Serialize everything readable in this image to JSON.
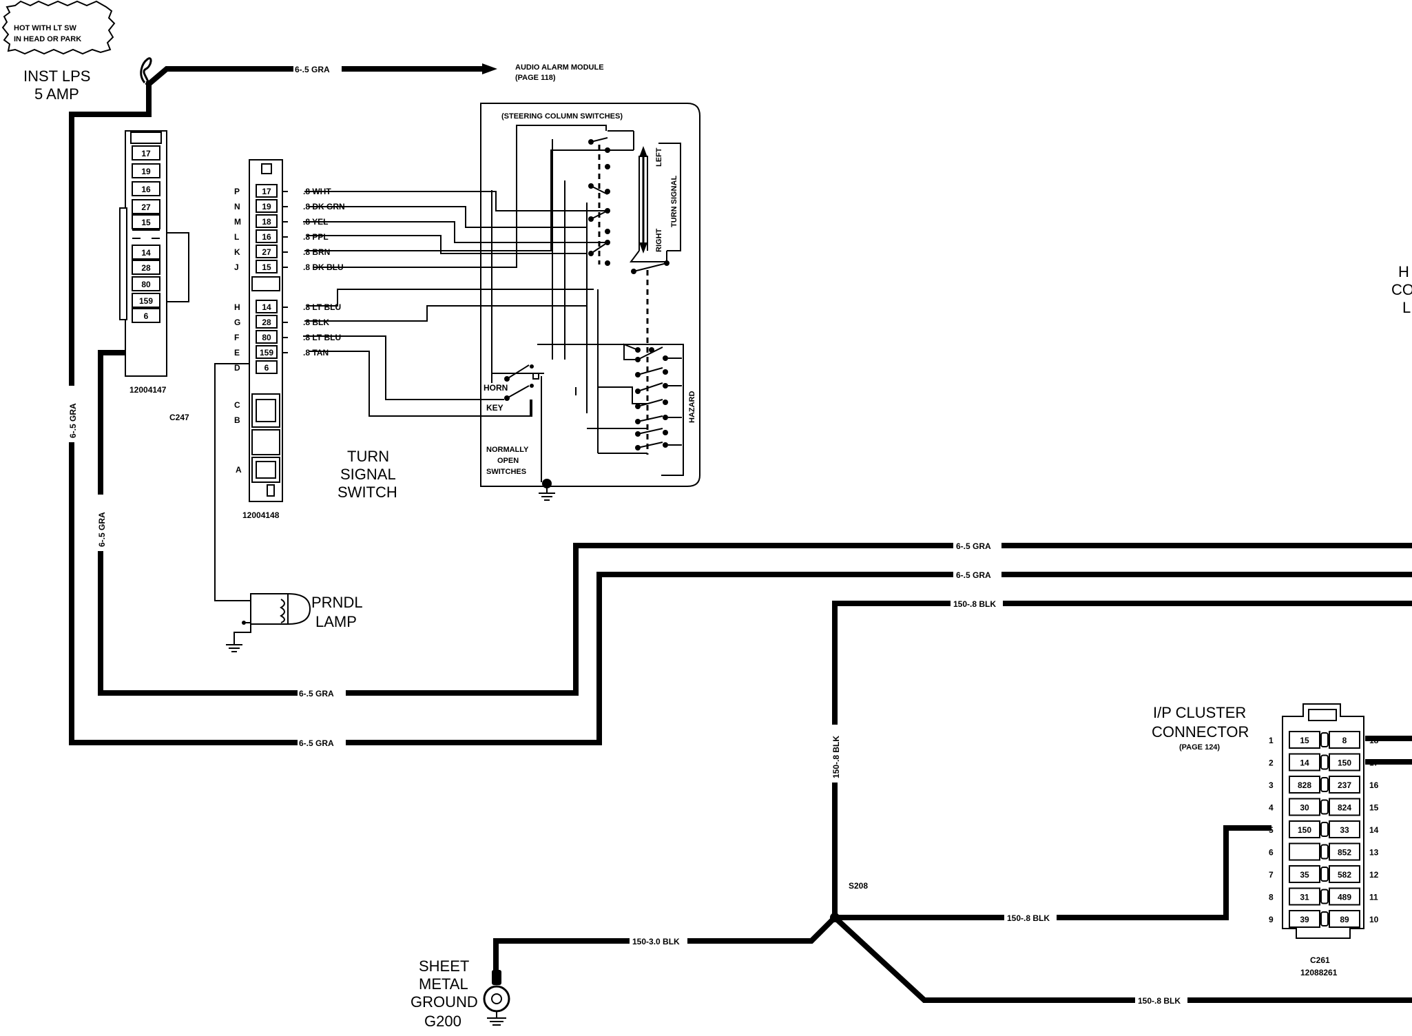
{
  "fuse": {
    "hot_note_line1": "HOT WITH LT SW",
    "hot_note_line2": "IN HEAD OR PARK",
    "name_line1": "INST LPS",
    "name_line2": "5 AMP"
  },
  "wires": {
    "gra_top": "6-.5 GRA",
    "gra_vert_left": "6-.5 GRA",
    "gra_vert_inner": "6-.5 GRA",
    "gra_mid_1": "6-.5 GRA",
    "gra_mid_2": "6-.5 GRA",
    "gra_bottom_1": "6-.5 GRA",
    "gra_bottom_2": "6-.5 GRA",
    "blk_top": "150-.8 BLK",
    "blk_vert": "150-.8 BLK",
    "blk_s208_right": "150-.8 BLK",
    "blk_ground": "150-3.0 BLK",
    "blk_bottom": "150-.8 BLK"
  },
  "audio_alarm": {
    "line1": "AUDIO ALARM MODULE",
    "line2": "(PAGE 118)"
  },
  "connector_c247": {
    "pins": [
      "17",
      "19",
      "16",
      "27",
      "15",
      "14",
      "28",
      "80",
      "159",
      "6"
    ],
    "part_number": "12004147",
    "name": "C247"
  },
  "turn_signal_connector": {
    "pins": [
      {
        "letter": "P",
        "num": "17",
        "wire": ".8 WHT"
      },
      {
        "letter": "N",
        "num": "19",
        "wire": ".8 DK GRN"
      },
      {
        "letter": "M",
        "num": "18",
        "wire": ".8 YEL"
      },
      {
        "letter": "L",
        "num": "16",
        "wire": ".8 PPL"
      },
      {
        "letter": "K",
        "num": "27",
        "wire": ".8 BRN"
      },
      {
        "letter": "J",
        "num": "15",
        "wire": ".8 DK BLU"
      },
      {
        "letter": "H",
        "num": "14",
        "wire": ".8 LT BLU"
      },
      {
        "letter": "G",
        "num": "28",
        "wire": ".8 BLK"
      },
      {
        "letter": "F",
        "num": "80",
        "wire": ".8 LT BLU"
      },
      {
        "letter": "E",
        "num": "159",
        "wire": ".8 TAN"
      },
      {
        "letter": "D",
        "num": "6",
        "wire": ""
      }
    ],
    "lower_letters": [
      "C",
      "B",
      "A"
    ],
    "part_number": "12004148"
  },
  "turn_signal_switch": {
    "line1": "TURN",
    "line2": "SIGNAL",
    "line3": "SWITCH"
  },
  "steering": {
    "title": "(STEERING COLUMN SWITCHES)",
    "left": "LEFT",
    "turn_signal": "TURN SIGNAL",
    "right": "RIGHT",
    "hazard": "HAZARD",
    "horn": "HORN",
    "key": "KEY",
    "normally_line1": "NORMALLY",
    "normally_line2": "OPEN",
    "normally_line3": "SWITCHES"
  },
  "prndl": {
    "line1": "PRNDL",
    "line2": "LAMP"
  },
  "right_cut": {
    "line1": "H",
    "line2": "CO",
    "line3": "L"
  },
  "s208": "S208",
  "ground": {
    "line1": "SHEET",
    "line2": "METAL",
    "line3": "GROUND",
    "line4": "G200"
  },
  "ip_cluster": {
    "line1": "I/P CLUSTER",
    "line2": "CONNECTOR",
    "page": "(PAGE 124)",
    "left_numbers": [
      "1",
      "2",
      "3",
      "4",
      "5",
      "6",
      "7",
      "8",
      "9"
    ],
    "left_pins": [
      "15",
      "14",
      "828",
      "30",
      "150",
      "",
      "35",
      "31",
      "39"
    ],
    "right_pins": [
      "8",
      "150",
      "237",
      "824",
      "33",
      "852",
      "582",
      "489",
      "89"
    ],
    "right_numbers": [
      "18",
      "17",
      "16",
      "15",
      "14",
      "13",
      "12",
      "11",
      "10"
    ],
    "name": "C261",
    "part_number": "12088261"
  }
}
